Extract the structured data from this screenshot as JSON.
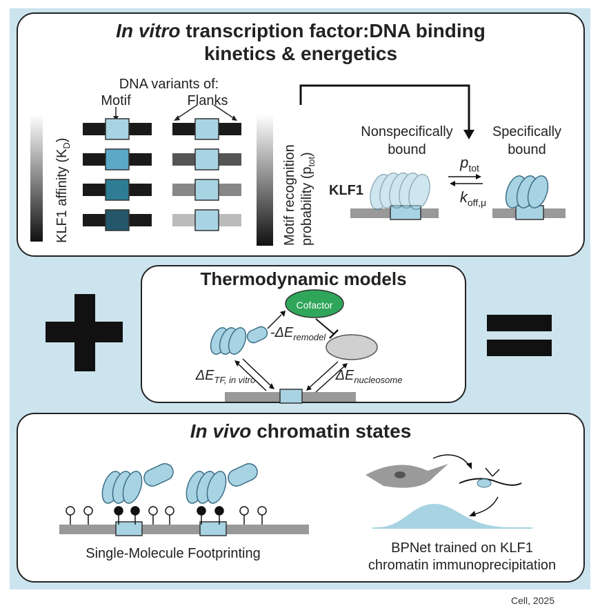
{
  "panel_top": {
    "title_italic": "In vitro",
    "title_rest": " transcription factor:DNA binding",
    "title_line2": "kinetics & energetics",
    "dna_variants_label": "DNA variants of:",
    "motif_label": "Motif",
    "flanks_label": "Flanks",
    "affinity_axis": "KLF1 affinity (K",
    "affinity_sub": "D",
    "affinity_close": ")",
    "recognition_line1": "Motif recognition",
    "recognition_line2": "probability (p",
    "recognition_sub": "tot",
    "recognition_close": ")",
    "nonspecific_line1": "Nonspecifically",
    "nonspecific_line2": "bound",
    "specific_line1": "Specifically",
    "specific_line2": "bound",
    "p_label": "p",
    "p_sub": "tot",
    "k_label": "k",
    "k_sub": "off,μ",
    "klf1_label": "KLF1",
    "klf1_color": "#5ba9c7"
  },
  "panel_mid": {
    "title": "Thermodynamic models",
    "cofactor_label": "Cofactor",
    "cofactor_color": "#2fa65a",
    "e_remodel": "-ΔE",
    "e_remodel_sub": "remodel",
    "e_tf": "ΔE",
    "e_tf_sub": "TF, in vitro",
    "e_nuc": "ΔE",
    "e_nuc_sub": "nucleosome"
  },
  "panel_bottom": {
    "title_italic": "In vivo",
    "title_rest": " chromatin states",
    "smf_label": "Single-Molecule Footprinting",
    "bpnet_line1": "BPNet trained on KLF1",
    "bpnet_line2": "chromatin immunoprecipitation"
  },
  "symbols": {
    "plus": "+",
    "equals": "="
  },
  "credit": "Cell, 2025",
  "colors": {
    "protein": "#a8d3e3",
    "protein_stroke": "#3b6e85",
    "background": "#cce4ee"
  }
}
